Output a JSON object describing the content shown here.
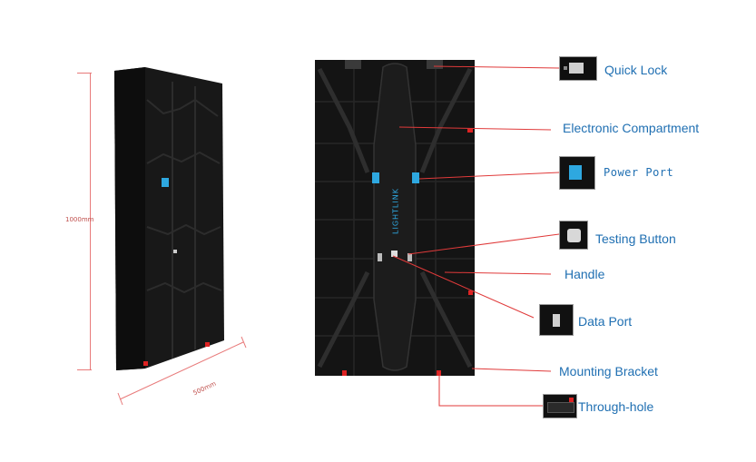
{
  "dimensions": {
    "height": "1000mm",
    "width": "500mm"
  },
  "cabinet_logo": "LIGHTLINK",
  "callouts": [
    {
      "id": "quick-lock",
      "label": "Quick Lock",
      "icon": "quick-lock-thumbnail"
    },
    {
      "id": "electronic-compartment",
      "label": "Electronic Compartment",
      "icon": ""
    },
    {
      "id": "power-port",
      "label": "Power Port",
      "icon": "power-port-thumbnail"
    },
    {
      "id": "testing-button",
      "label": "Testing Button",
      "icon": "testing-button-thumbnail"
    },
    {
      "id": "handle",
      "label": "Handle",
      "icon": ""
    },
    {
      "id": "data-port",
      "label": "Data Port",
      "icon": "data-port-thumbnail"
    },
    {
      "id": "mounting-bracket",
      "label": "Mounting Bracket",
      "icon": ""
    },
    {
      "id": "through-hole",
      "label": "Through-hole",
      "icon": "through-hole-thumbnail"
    }
  ],
  "colors": {
    "label": "#1f6fb2",
    "leader": "#e03a3a",
    "dimension": "#e87a7a",
    "cabinet": "#151515",
    "accent": "#2ea8e0"
  }
}
